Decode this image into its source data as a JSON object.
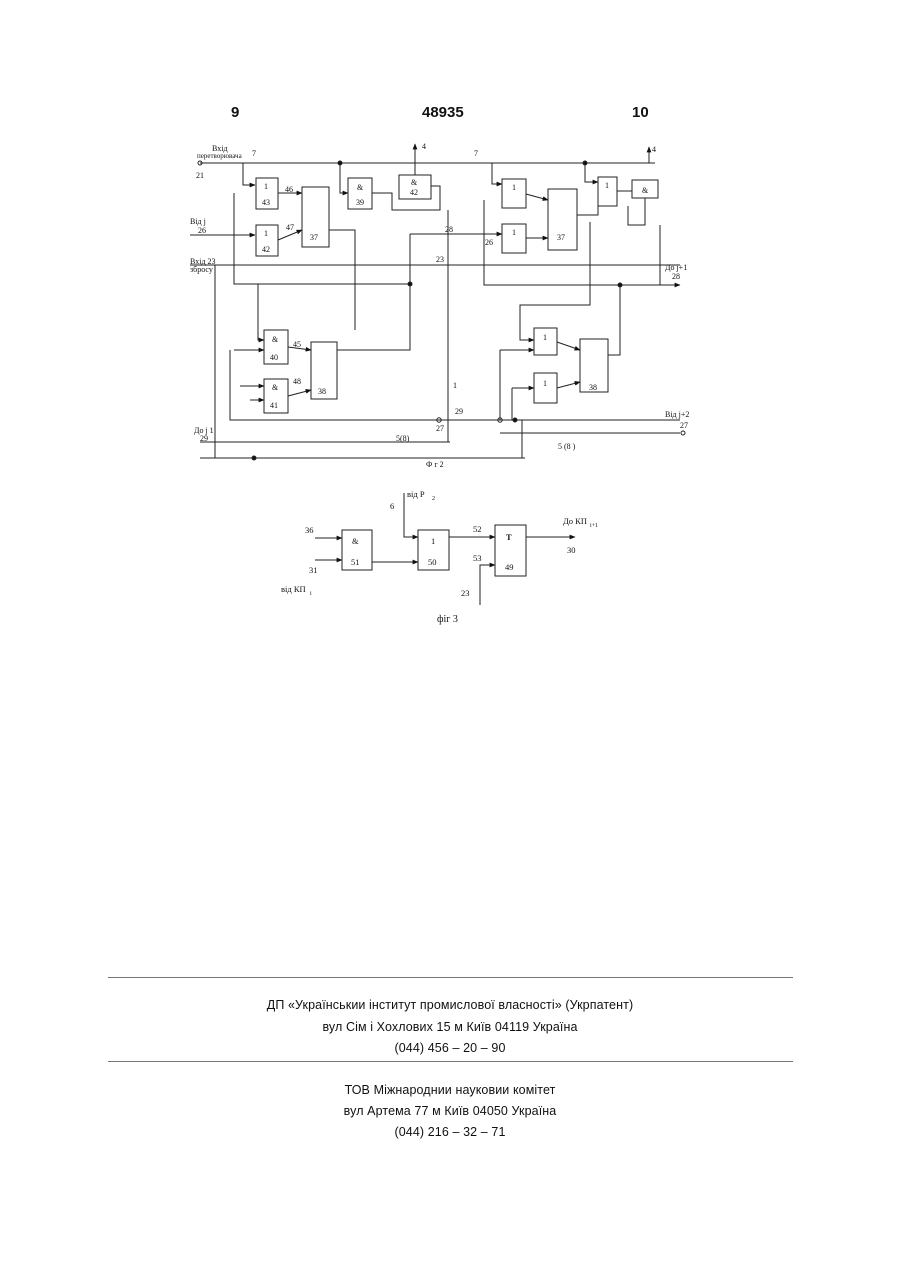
{
  "header": {
    "page_left": "9",
    "patent_number": "48935",
    "page_right": "10"
  },
  "fig2": {
    "caption": "Ф г 2",
    "inputs": {
      "vkhid_pereturnyk_1": "Вхід",
      "vkhid_pereturnyk_2": "перетворювача",
      "vid_j": "Від  j",
      "vkhid_zbrosu_1": "Вхід 23",
      "vkhid_zbrosu_2": "збросу",
      "do_j": "До j 1",
      "do_j_plus": "До j+1",
      "vid_j_plus_2": "Від j+2"
    },
    "numbers": [
      "21",
      "7",
      "4",
      "7",
      "4",
      "26",
      "28",
      "23",
      "26",
      "28",
      "29",
      "27",
      "27",
      "5(8)",
      "5  (8  )",
      "1",
      "23",
      "29"
    ],
    "blocks": [
      {
        "sym": "1",
        "num": "43"
      },
      {
        "sym": "1",
        "num": "42"
      },
      {
        "sym": "",
        "num": "37"
      },
      {
        "sym": "&",
        "num": "39"
      },
      {
        "sym": "&",
        "num": "42"
      },
      {
        "sym": "&",
        "num": "40"
      },
      {
        "sym": "&",
        "num": "41"
      },
      {
        "sym": "",
        "num": "38"
      },
      {
        "sym": "1",
        "num": ""
      },
      {
        "sym": "1",
        "num": ""
      },
      {
        "sym": "",
        "num": "37"
      },
      {
        "sym": "1",
        "num": ""
      },
      {
        "sym": "&",
        "num": ""
      },
      {
        "sym": "1",
        "num": ""
      },
      {
        "sym": "1",
        "num": ""
      },
      {
        "sym": "",
        "num": "38"
      }
    ],
    "wire_labels": [
      "46",
      "47",
      "45",
      "48"
    ]
  },
  "fig3": {
    "caption": "фіг   3",
    "blocks": [
      {
        "sym": "&",
        "num": "51"
      },
      {
        "sym": "1",
        "num": "50"
      },
      {
        "sym": "T",
        "num": "49"
      }
    ],
    "labels": {
      "in_top": "від Р",
      "in_top_sub": "2",
      "out_label": "До КП",
      "out_label_sub": "і+1",
      "in_bottom": "від КП",
      "in_bottom_sub": "і"
    },
    "numbers": [
      "36",
      "31",
      "6",
      "52",
      "53",
      "30",
      "23"
    ]
  },
  "footer": {
    "org1_name": "ДП «Українськии інститут промислової власності» (Укрпатент)",
    "org1_address": "вул  Сім і Хохлових  15  м  Київ  04119  Україна",
    "org1_phone": "(044)  456 – 20 –  90",
    "org2_name": "ТОВ  Міжнароднии науковии комітет",
    "org2_address": "вул  Артема  77  м  Київ  04050  Україна",
    "org2_phone": "(044)  216 – 32 – 71"
  }
}
